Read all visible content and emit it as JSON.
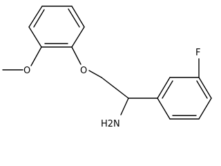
{
  "molecule": {
    "atoms": {
      "fluorine": "F",
      "ether_oxygen": "O",
      "methoxy_oxygen": "O",
      "amine": "H2N"
    },
    "colors": {
      "bond": "#000000",
      "label": "#000000",
      "background": "#ffffff"
    }
  }
}
